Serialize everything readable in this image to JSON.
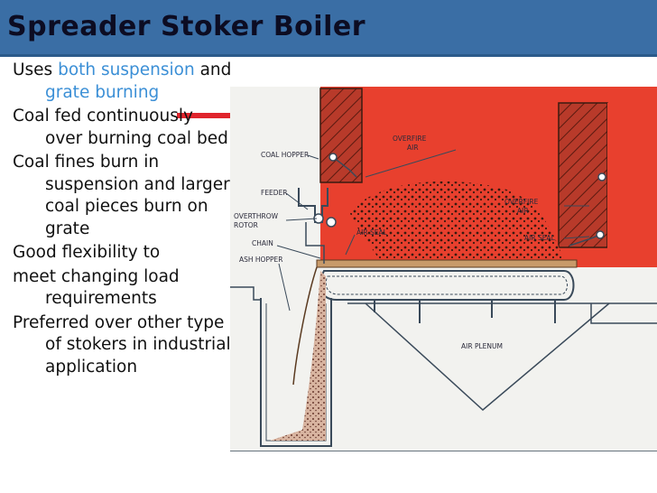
{
  "slide": {
    "title": "Spreader Stoker Boiler",
    "bullets": [
      {
        "parts": [
          {
            "text": "Uses "
          },
          {
            "text": "both suspension",
            "highlight": true
          },
          {
            "text": " and "
          },
          {
            "text": "grate burning",
            "highlight": true
          }
        ]
      },
      {
        "parts": [
          {
            "text": "Coal fed continuously over burning coal bed"
          }
        ]
      },
      {
        "parts": [
          {
            "text": "Coal fines burn in suspension and larger coal pieces burn on grate"
          }
        ]
      },
      {
        "parts": [
          {
            "text": "Good flexibility to"
          }
        ]
      },
      {
        "parts": [
          {
            "text": "meet changing load requirements"
          }
        ]
      },
      {
        "parts": [
          {
            "text": "Preferred over other type of stokers in industrial application"
          }
        ]
      }
    ]
  },
  "diagram": {
    "labels": {
      "coal_hopper": "COAL HOPPER",
      "feeder": "FEEDER",
      "overthrow_rotor_1": "OVERTHROW",
      "overthrow_rotor_2": "ROTOR",
      "chain": "CHAIN",
      "ash_hopper": "ASH HOPPER",
      "overfire_air_1": "OVERFIRE",
      "overfire_air_2": "AIR",
      "overfire_air_right_1": "OVERFIRE",
      "overfire_air_right_2": "AIR",
      "air_seal_left": "AIR SEAL",
      "air_seal_right": "AIR SEAL",
      "air_plenum": "AIR PLENUM"
    },
    "colors": {
      "furnace": "#e8402e",
      "wall": "#b83a2a",
      "coal": "#d8b4a0",
      "line": "#4a5a6a",
      "paper": "#f2f2ef"
    }
  }
}
